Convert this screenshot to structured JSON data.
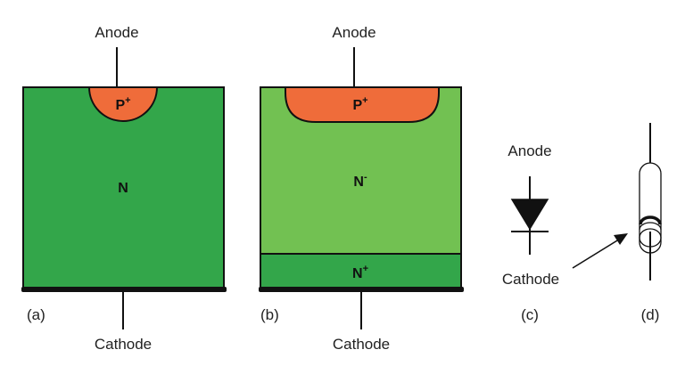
{
  "colors": {
    "n_region": "#33a64a",
    "n_minus_region": "#72c152",
    "n_plus_region": "#33a64a",
    "p_plus_region": "#ef6c3a",
    "outline": "#111111"
  },
  "panels": [
    {
      "id": "a",
      "caption": "(a)",
      "anode_label": "Anode",
      "cathode_label": "Cathode",
      "regions": [
        {
          "name": "P",
          "sup": "+"
        },
        {
          "name": "N",
          "sup": ""
        }
      ]
    },
    {
      "id": "b",
      "caption": "(b)",
      "anode_label": "Anode",
      "cathode_label": "Cathode",
      "regions": [
        {
          "name": "P",
          "sup": "+"
        },
        {
          "name": "N",
          "sup": "-"
        },
        {
          "name": "N",
          "sup": "+"
        }
      ]
    },
    {
      "id": "c",
      "caption": "(c)",
      "anode_label": "Anode",
      "cathode_label": "Cathode",
      "symbol": "diode-schematic-symbol"
    },
    {
      "id": "d",
      "caption": "(d)",
      "symbol": "axial-diode-package"
    }
  ]
}
